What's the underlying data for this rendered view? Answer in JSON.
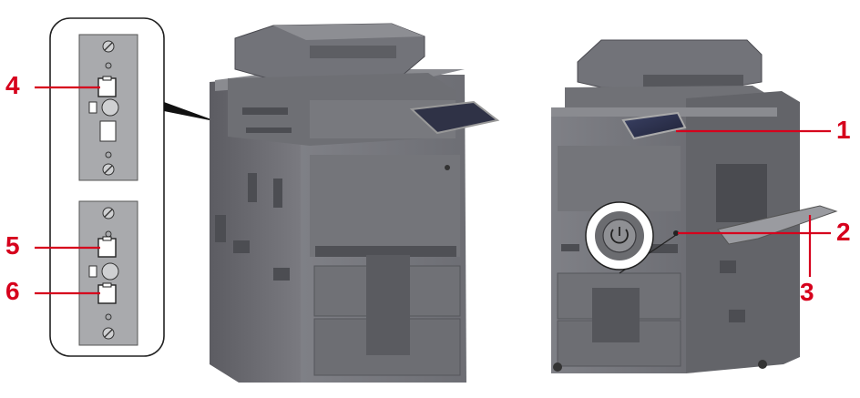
{
  "colors": {
    "callout": "#d6001c",
    "body_light": "#7e7e84",
    "body_mid": "#6a6a70",
    "body_dark": "#55555a",
    "panel_bg": "#a9aaad",
    "screen": "#2b2f48"
  },
  "callouts": {
    "c1": "1",
    "c2": "2",
    "c3": "3",
    "c4": "4",
    "c5": "5",
    "c6": "6"
  },
  "parts": {
    "power_switch_icon": "power-icon",
    "lan_port_icon": "ethernet-port-icon",
    "screw_icon": "screw-icon"
  }
}
